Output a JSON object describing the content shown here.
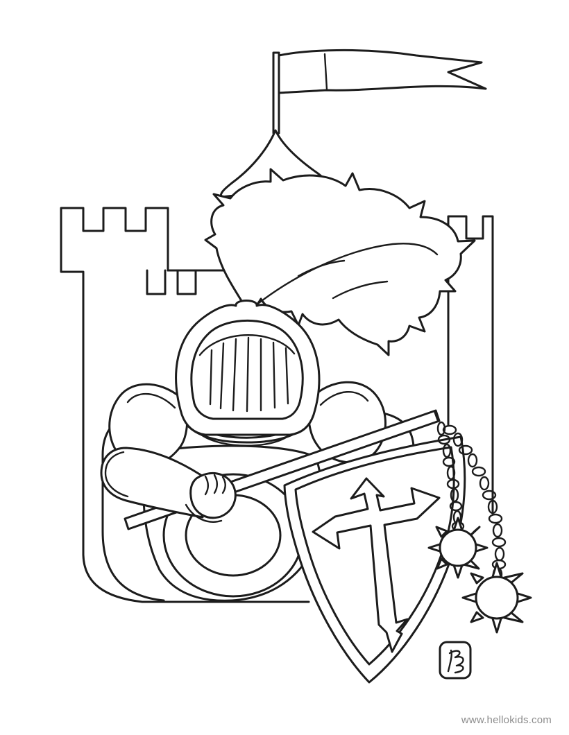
{
  "page": {
    "background_color": "#ffffff",
    "line_color": "#1c1c1c"
  },
  "watermark": {
    "text": "www.hellokids.com",
    "color": "#8c8c8c"
  },
  "scene": {
    "kind": "black-and-white coloring page line art",
    "elements": [
      "castle with crenellated towers",
      "tower spire with waving flag",
      "knight helmet with large feather plume",
      "shoulder pauldrons and round breastplate",
      "battle axe held in gauntlet",
      "heater shield with arrow-tipped cross",
      "spiked flail balls hanging from chains",
      "artist signature box"
    ]
  }
}
